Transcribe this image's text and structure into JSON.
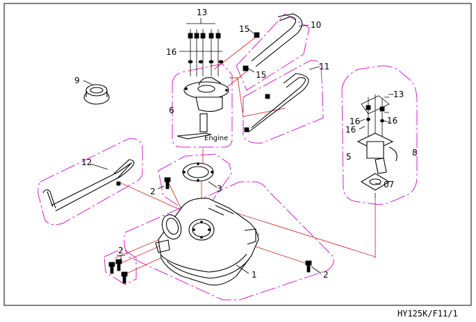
{
  "drawing_code": "HY125K/F11/1",
  "engine_label": "Engine",
  "callouts": {
    "tank": "1",
    "bolt_right": "2",
    "bolt_left": "2",
    "bolt_top": "2",
    "ring": "3",
    "sensor_group": "5",
    "pump_group": "6",
    "sensor_part": "07",
    "sensor_zone": "8",
    "cap": "9",
    "hose_top": "10",
    "hose_mid": "11",
    "hose_left": "12",
    "screws_pump": "13",
    "screws_sensor": "13",
    "clamp_upper": "15",
    "clamp_lower": "15",
    "washers_pump": "16",
    "washer_sensor_a": "16",
    "washer_sensor_b": "16",
    "washer_sensor_c": "16"
  }
}
